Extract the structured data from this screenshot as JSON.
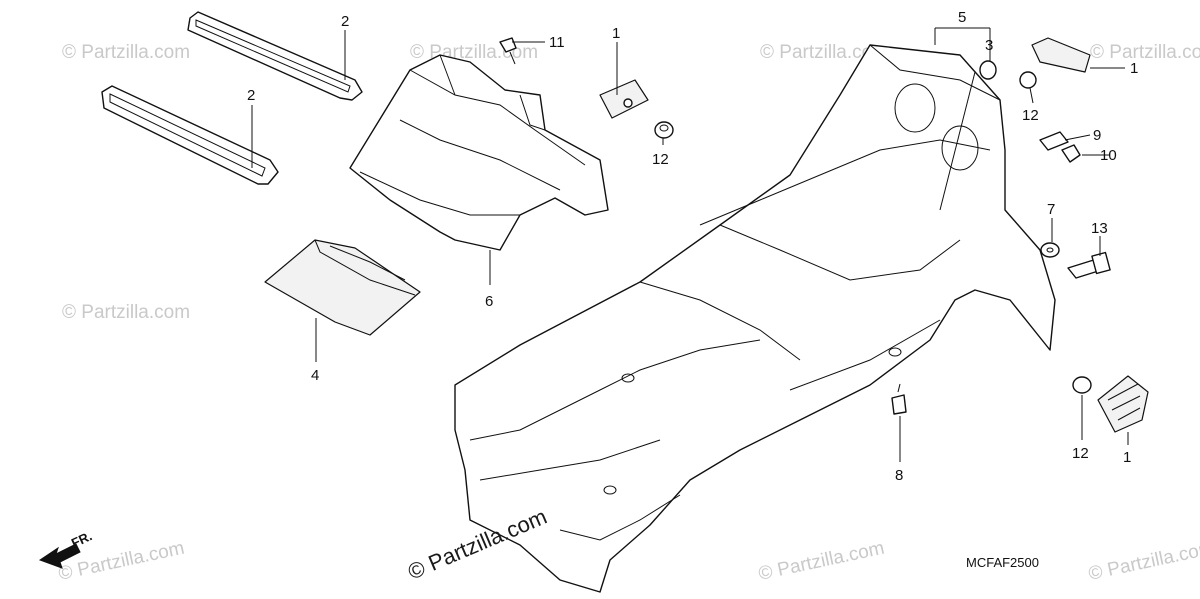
{
  "diagram_code": "MCFAF2500",
  "front_indicator": "FR.",
  "watermark_text": "© Partzilla.com",
  "callouts": [
    {
      "id": "callout-2-top",
      "text": "2"
    },
    {
      "id": "callout-2-lower",
      "text": "2"
    },
    {
      "id": "callout-11",
      "text": "11"
    },
    {
      "id": "callout-1-bracket",
      "text": "1"
    },
    {
      "id": "callout-12-bracket",
      "text": "12"
    },
    {
      "id": "callout-6",
      "text": "6"
    },
    {
      "id": "callout-4",
      "text": "4"
    },
    {
      "id": "callout-5",
      "text": "5"
    },
    {
      "id": "callout-3",
      "text": "3"
    },
    {
      "id": "callout-1-top-right",
      "text": "1"
    },
    {
      "id": "callout-12-top-right",
      "text": "12"
    },
    {
      "id": "callout-9",
      "text": "9"
    },
    {
      "id": "callout-10",
      "text": "10"
    },
    {
      "id": "callout-7",
      "text": "7"
    },
    {
      "id": "callout-13",
      "text": "13"
    },
    {
      "id": "callout-8",
      "text": "8"
    },
    {
      "id": "callout-12-bottom-right",
      "text": "12"
    },
    {
      "id": "callout-1-bottom-right",
      "text": "1"
    }
  ],
  "colors": {
    "line": "#111111",
    "watermark": "#c9c9c9",
    "background": "#ffffff"
  }
}
